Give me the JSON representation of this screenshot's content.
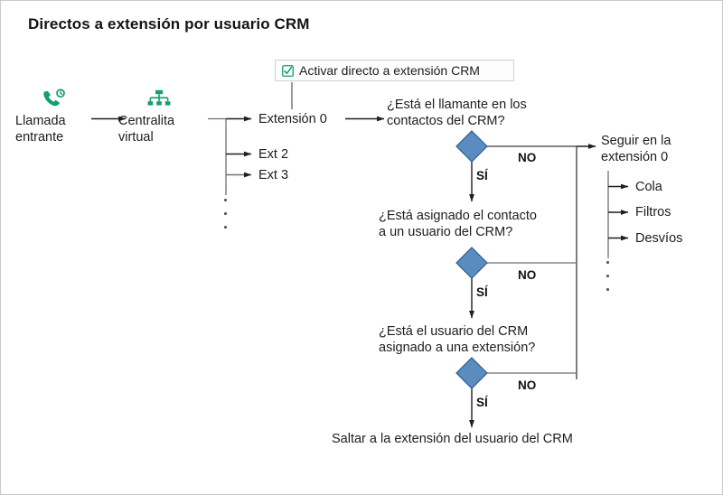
{
  "page": {
    "title": "Directos a extensión por usuario CRM",
    "bg_color": "#ffffff",
    "border_color": "#c9c9c9"
  },
  "colors": {
    "accent_green": "#15a06a",
    "diamond_fill": "#5b8cc0",
    "diamond_stroke": "#2e5e8f",
    "line": "#3a3a3a",
    "line_gray": "#8a8a8a",
    "text": "#1d1d1d"
  },
  "start": {
    "icon": "incoming-call-icon",
    "label_line1": "Llamada",
    "label_line2": "entrante"
  },
  "pbx": {
    "icon": "virtual-pbx-hierarchy-icon",
    "label_line1": "Centralita",
    "label_line2": "virtual"
  },
  "toggle": {
    "icon": "checkbox-checked-icon",
    "label": "Activar directo a extensión CRM"
  },
  "extensions": {
    "primary": "Extensión 0",
    "others": [
      "Ext 2",
      "Ext 3"
    ],
    "more_indicator": "⋮"
  },
  "decisions": [
    {
      "id": "decision-contact-in-crm",
      "question_line1": "¿Está el llamante en los",
      "question_line2": "contactos del CRM?",
      "shape": "diamond",
      "yes_label": "SÍ",
      "no_label": "NO"
    },
    {
      "id": "decision-contact-assigned",
      "question_line1": "¿Está asignado el contacto",
      "question_line2": "a un usuario del CRM?",
      "shape": "diamond",
      "yes_label": "SÍ",
      "no_label": "NO"
    },
    {
      "id": "decision-user-has-extension",
      "question_line1": "¿Está el usuario del CRM",
      "question_line2": "asignado a una extensión?",
      "shape": "diamond",
      "yes_label": "SÍ",
      "no_label": "NO"
    }
  ],
  "outcome_no": {
    "label_line1": "Seguir en la",
    "label_line2": "extensión 0",
    "children": [
      "Cola",
      "Filtros",
      "Desvíos"
    ],
    "more_indicator": "⋮"
  },
  "outcome_yes": {
    "label": "Saltar a la extensión del usuario del CRM"
  }
}
